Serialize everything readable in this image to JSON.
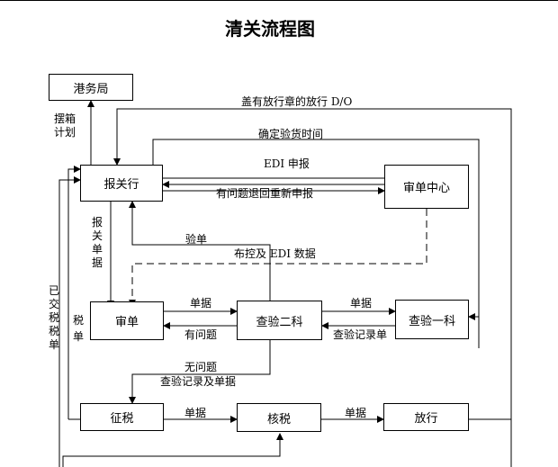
{
  "title": "清关流程图",
  "nodes": {
    "port_bureau": "港务局",
    "broker": "报关行",
    "review_center": "审单中心",
    "review": "审单",
    "inspect2": "查验二科",
    "inspect1": "查验一科",
    "levy": "征税",
    "verify": "核税",
    "release": "放行"
  },
  "labels": {
    "stamp_release": "盖有放行章的放行 D/O",
    "confirm_time": "确定验货时间",
    "edi_declare": "EDI 申报",
    "redeclare": "有问题退回重新申报",
    "inspection": "验单",
    "dispatch_edi": "布控及 EDI 数据",
    "doc_to_inspect2": "单据",
    "problem": "有问题",
    "doc_to_inspect1": "单据",
    "inspect_record": "查验记录单",
    "no_problem": "无问题",
    "record_and_docs": "查验记录及单据",
    "doc_levy_verify": "单据",
    "doc_verify_release": "单据",
    "plan": "摆箱计划",
    "broker_docs": "报关单据",
    "tax_paid": "已交税税单",
    "tax_bill": "税单"
  }
}
